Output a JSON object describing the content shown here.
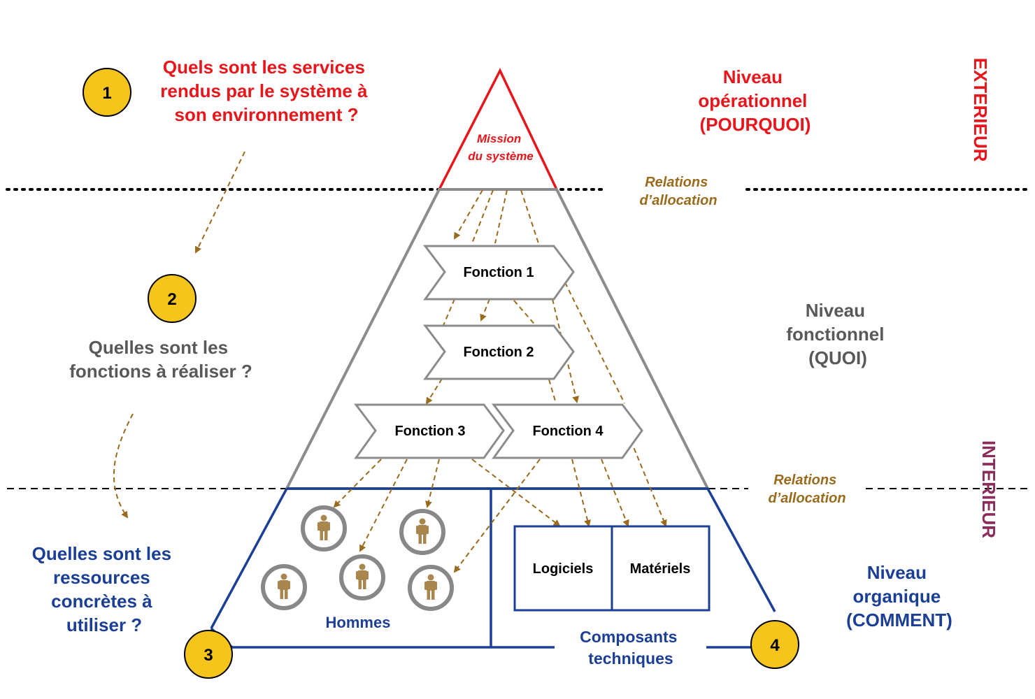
{
  "colors": {
    "red": "#e8151b",
    "gray": "#8c8c8c",
    "text_gray": "#595959",
    "blue": "#1b3f94",
    "brown": "#9a6b1c",
    "yellow": "#f5c51c",
    "purple": "#8b2d5c",
    "person": "#a8864e",
    "ring": "#888888"
  },
  "questions": {
    "q1": {
      "number": "1",
      "lines": [
        "Quels sont les services",
        "rendus par le système à",
        "son environnement ?"
      ]
    },
    "q2": {
      "number": "2",
      "lines": [
        "Quelles sont les",
        "fonctions à réaliser ?"
      ]
    },
    "q3": {
      "number": "3",
      "lines": [
        "Quelles sont les",
        "ressources",
        "concrètes à",
        "utiliser ?"
      ]
    },
    "q4": {
      "number": "4"
    }
  },
  "levels": {
    "operational": [
      "Niveau",
      "opérationnel",
      "(POURQUOI)"
    ],
    "functional": [
      "Niveau",
      "fonctionnel",
      "(QUOI)"
    ],
    "organic": [
      "Niveau",
      "organique",
      "(COMMENT)"
    ]
  },
  "side_labels": {
    "exterior": "EXTERIEUR",
    "interior": "INTERIEUR"
  },
  "relations": {
    "top": [
      "Relations",
      "d’allocation"
    ],
    "bottom": [
      "Relations",
      "d’allocation"
    ]
  },
  "mission": [
    "Mission",
    "du système"
  ],
  "functions": [
    "Fonction 1",
    "Fonction 2",
    "Fonction 3",
    "Fonction 4"
  ],
  "resources": {
    "humans_label": "Hommes",
    "software_label": "Logiciels",
    "hardware_label": "Matériels",
    "components_label": [
      "Composants",
      "techniques"
    ]
  },
  "icons": {
    "person": "person-icon"
  }
}
